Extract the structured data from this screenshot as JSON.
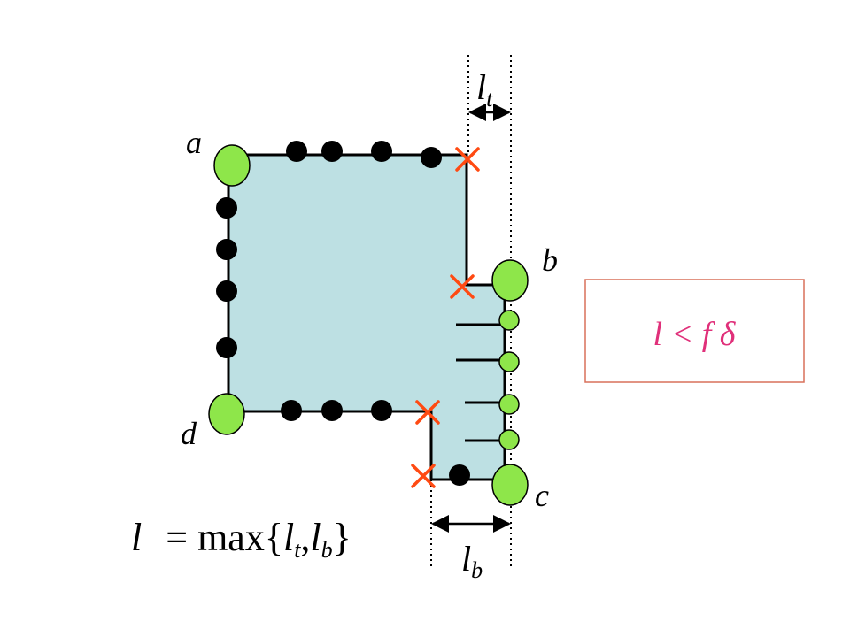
{
  "colors": {
    "region_fill": "#bde0e3",
    "outline": "#000000",
    "corner_vertex": "#8ee64a",
    "edge_node": "#000000",
    "cut_mark": "#ff4a12",
    "formula_box_border": "#d9705a",
    "formula_text": "#e0307a"
  },
  "labels": {
    "corner_a": "a",
    "corner_b": "b",
    "corner_c": "c",
    "corner_d": "d"
  },
  "dimensions": {
    "top_width": {
      "symbol": "l",
      "subscript": "t"
    },
    "bottom_width": {
      "symbol": "l",
      "subscript": "b"
    }
  },
  "formula_max": {
    "lhs": "l",
    "equals": "=",
    "func": "max",
    "open": "{",
    "first_symbol": "l",
    "first_sub": "t",
    "comma": ",",
    "second_symbol": "l",
    "second_sub": "b",
    "close": "}"
  },
  "condition": {
    "text": "l < f δ"
  },
  "icons": {
    "cut_mark": "cross-mark-icon",
    "dimension_arrow": "double-arrow-icon"
  }
}
